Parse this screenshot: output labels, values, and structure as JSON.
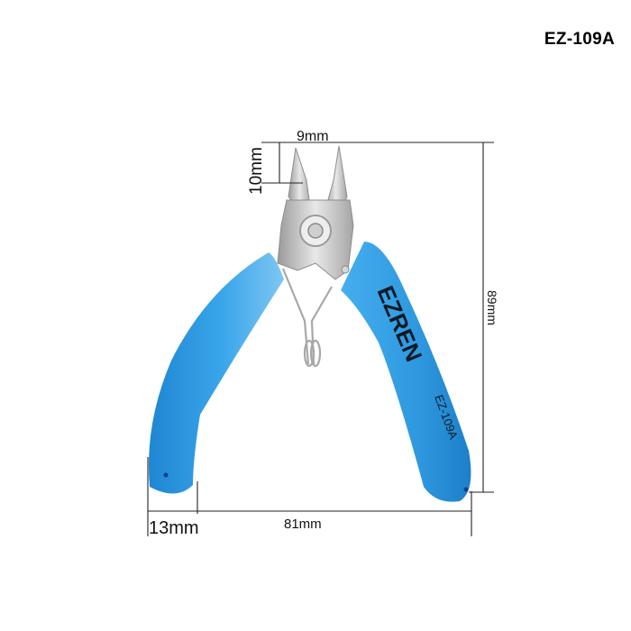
{
  "product": {
    "model": "EZ-109A",
    "brand_on_handle": "EZREN",
    "model_on_handle": "EZ-109A",
    "handle_color": "#2f9be0",
    "handle_shade": "#1c7cc4",
    "metal_color": "#c9c9c9"
  },
  "dimensions": {
    "jaw_width": "9mm",
    "jaw_length": "10mm",
    "overall_length": "89mm",
    "overall_width": "81mm",
    "handle_width": "13mm"
  }
}
